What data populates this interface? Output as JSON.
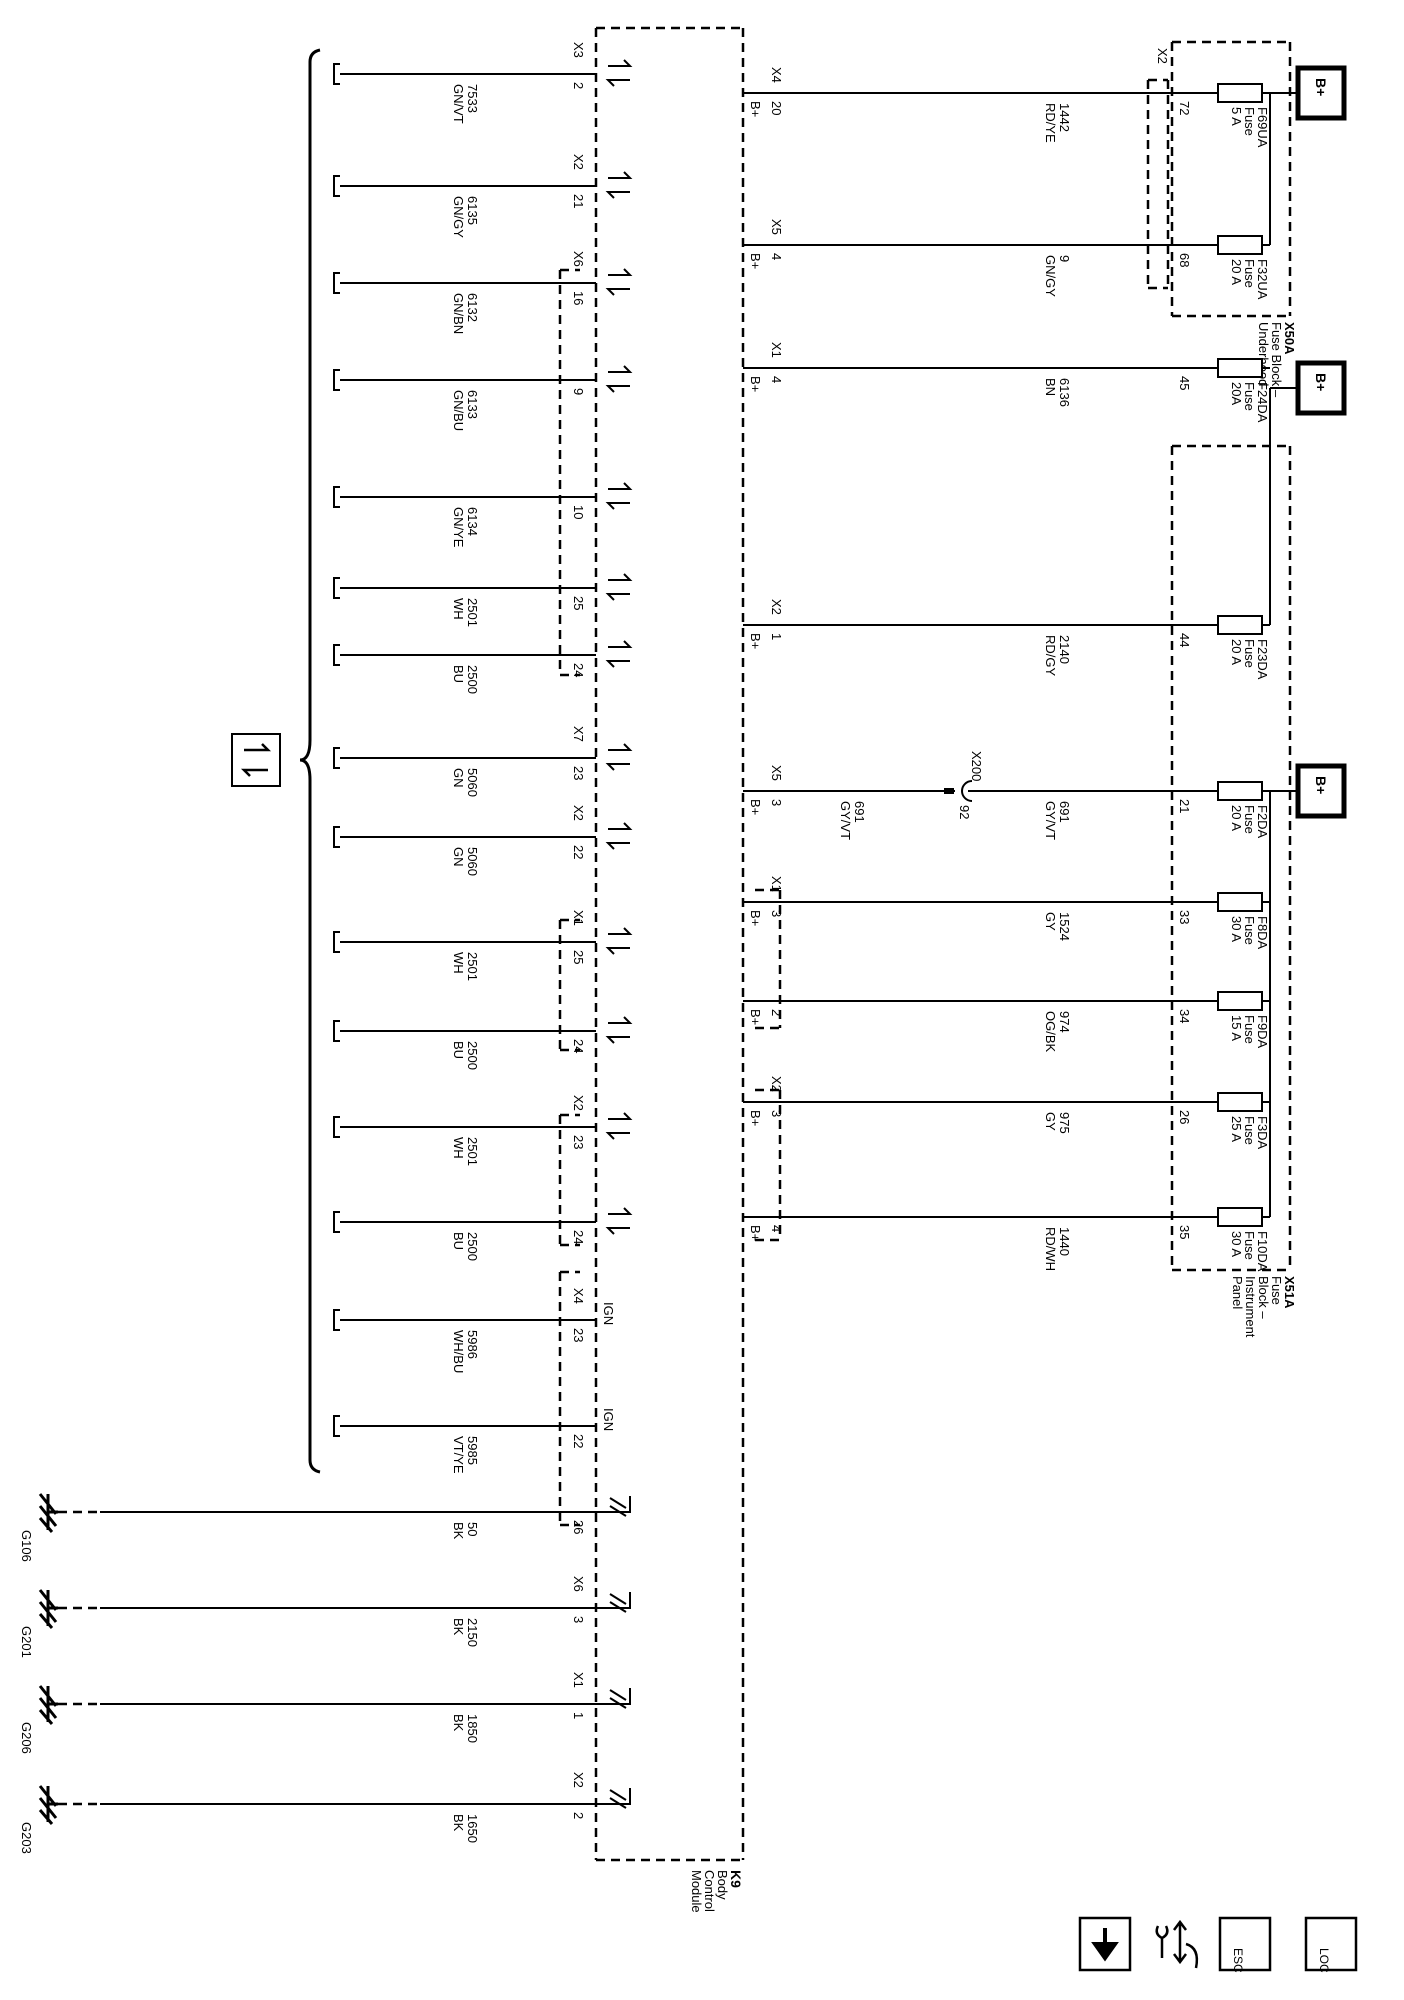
{
  "bcm": {
    "id": "K9",
    "name_lines": [
      "Body",
      "Control",
      "Module"
    ],
    "pwr_label": "B+",
    "ign_label": "IGN"
  },
  "fuse_block_underhood": {
    "name_lines": [
      "X50A",
      "Fuse Block –",
      "Underhood"
    ],
    "conn": "X2",
    "bplus": "B+"
  },
  "fuse_block_ip": {
    "name_lines": [
      "X51A",
      "Fuse",
      "Block –",
      "Instrument",
      "Panel"
    ],
    "bplus": "B+"
  },
  "power_circuits": [
    {
      "bcm_conn": "X4",
      "bcm_pin": "20",
      "circuit": "1442",
      "color": "RD/YE",
      "fb_pin": "72",
      "fuse": "F69UA",
      "fuse_word": "Fuse",
      "amps": "5 A"
    },
    {
      "bcm_conn": "X5",
      "bcm_pin": "4",
      "circuit": "9",
      "color": "GN/GY",
      "fb_pin": "68",
      "fuse": "F32UA",
      "fuse_word": "Fuse",
      "amps": "20 A"
    },
    {
      "bcm_conn": "X1",
      "bcm_pin": "4",
      "circuit": "6136",
      "color": "BN",
      "fb_pin": "45",
      "fuse": "F24DA",
      "fuse_word": "Fuse",
      "amps": "20A"
    },
    {
      "bcm_conn": "X2",
      "bcm_pin": "1",
      "circuit": "2140",
      "color": "RD/GY",
      "fb_pin": "44",
      "fuse": "F23DA",
      "fuse_word": "Fuse",
      "amps": "20 A"
    },
    {
      "bcm_conn": "X5",
      "bcm_pin": "3",
      "circuit": "691",
      "color": "GY/VT",
      "fb_pin": "21",
      "fuse": "F2DA",
      "fuse_word": "Fuse",
      "amps": "20 A"
    },
    {
      "bcm_conn": "X1",
      "bcm_pin": "3",
      "circuit": "1524",
      "color": "GY",
      "fb_pin": "33",
      "fuse": "F8DA",
      "fuse_word": "Fuse",
      "amps": "30 A"
    },
    {
      "bcm_conn": "",
      "bcm_pin": "2",
      "circuit": "974",
      "color": "OG/BK",
      "fb_pin": "34",
      "fuse": "F9DA",
      "fuse_word": "Fuse",
      "amps": "15 A"
    },
    {
      "bcm_conn": "X2",
      "bcm_pin": "3",
      "circuit": "975",
      "color": "GY",
      "fb_pin": "26",
      "fuse": "F3DA",
      "fuse_word": "Fuse",
      "amps": "25 A"
    },
    {
      "bcm_conn": "",
      "bcm_pin": "4",
      "circuit": "1440",
      "color": "RD/WH",
      "fb_pin": "35",
      "fuse": "F10DA",
      "fuse_word": "Fuse",
      "amps": "30 A"
    }
  ],
  "inline_connector": {
    "id": "X200",
    "pin": "92",
    "circuit": "691",
    "color": "GY/VT"
  },
  "data_circuits": [
    {
      "conn": "X3",
      "pin": "2",
      "circuit": "7533",
      "color": "GN/VT"
    },
    {
      "conn": "X2",
      "pin": "21",
      "circuit": "6135",
      "color": "GN/GY"
    },
    {
      "conn": "X6",
      "pin": "16",
      "circuit": "6132",
      "color": "GN/BN"
    },
    {
      "conn": "",
      "pin": "9",
      "circuit": "6133",
      "color": "GN/BU"
    },
    {
      "conn": "",
      "pin": "10",
      "circuit": "6134",
      "color": "GN/YE"
    },
    {
      "conn": "",
      "pin": "25",
      "circuit": "2501",
      "color": "WH"
    },
    {
      "conn": "",
      "pin": "24",
      "circuit": "2500",
      "color": "BU"
    },
    {
      "conn": "X7",
      "pin": "23",
      "circuit": "5060",
      "color": "GN"
    },
    {
      "conn": "X2",
      "pin": "22",
      "circuit": "5060",
      "color": "GN"
    },
    {
      "conn": "X1",
      "pin": "25",
      "circuit": "2501",
      "color": "WH"
    },
    {
      "conn": "",
      "pin": "24",
      "circuit": "2500",
      "color": "BU"
    },
    {
      "conn": "X2",
      "pin": "23",
      "circuit": "2501",
      "color": "WH"
    },
    {
      "conn": "",
      "pin": "24",
      "circuit": "2500",
      "color": "BU"
    }
  ],
  "ign_circuits": [
    {
      "conn": "X4",
      "pin": "23",
      "circuit": "5986",
      "color": "WH/BU"
    },
    {
      "conn": "",
      "pin": "22",
      "circuit": "5985",
      "color": "VT/YE"
    }
  ],
  "ground_circuits": [
    {
      "conn": "",
      "pin": "26",
      "circuit": "50",
      "color": "BK",
      "ground": "G106"
    },
    {
      "conn": "X6",
      "pin": "3",
      "circuit": "2150",
      "color": "BK",
      "ground": "G201"
    },
    {
      "conn": "X1",
      "pin": "1",
      "circuit": "1850",
      "color": "BK",
      "ground": "G206"
    },
    {
      "conn": "X2",
      "pin": "2",
      "circuit": "1650",
      "color": "BK",
      "ground": "G203"
    }
  ],
  "nav_buttons": [
    {
      "name": "down-arrow-button",
      "icon": "down-arrow-icon"
    },
    {
      "name": "connector-end-view-button",
      "icon": "wrench-hand-icon"
    },
    {
      "name": "esc-button",
      "icon": "esc-icon",
      "label": "ESC"
    },
    {
      "name": "loc-button",
      "icon": "loc-icon",
      "label": "LOC"
    }
  ]
}
